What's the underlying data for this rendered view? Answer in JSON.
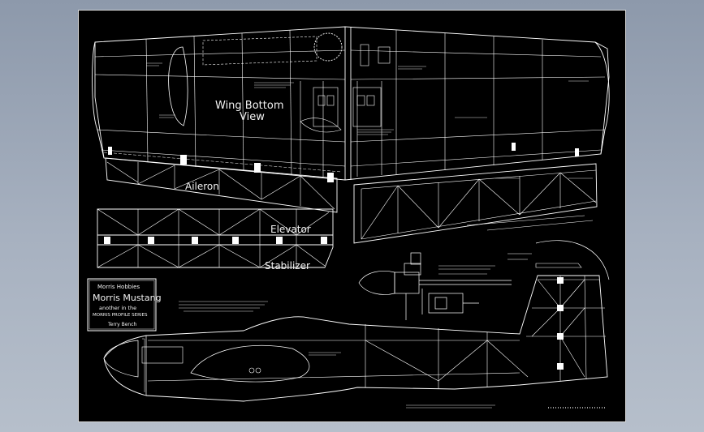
{
  "labels": {
    "wing_view": [
      "Wing Bottom",
      "View"
    ],
    "aileron": "Aileron",
    "elevator": "Elevator",
    "stabilizer": "Stabilizer",
    "title_block": {
      "maker": "Morris Hobbies",
      "model": "Morris Mustang",
      "line1": "another in the",
      "line2": "MORRIS PROFILE SERIES",
      "designer": "Terry Bench"
    }
  },
  "colors": {
    "background": "#9aa5b6",
    "sheet": "#000000",
    "lines": "#ffffff"
  }
}
